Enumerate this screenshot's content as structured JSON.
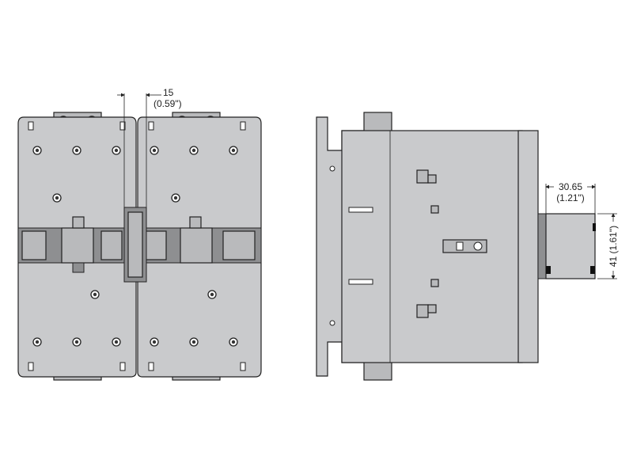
{
  "dimensions": {
    "pole_spacing": {
      "value": "15",
      "inch": "(0.59\")"
    },
    "addon_width": {
      "value": "30.65",
      "inch": "(1.21\")"
    },
    "addon_height": {
      "label": "41 (1.61\")"
    }
  },
  "colors": {
    "body": "#c9cacc",
    "line": "#222222"
  }
}
